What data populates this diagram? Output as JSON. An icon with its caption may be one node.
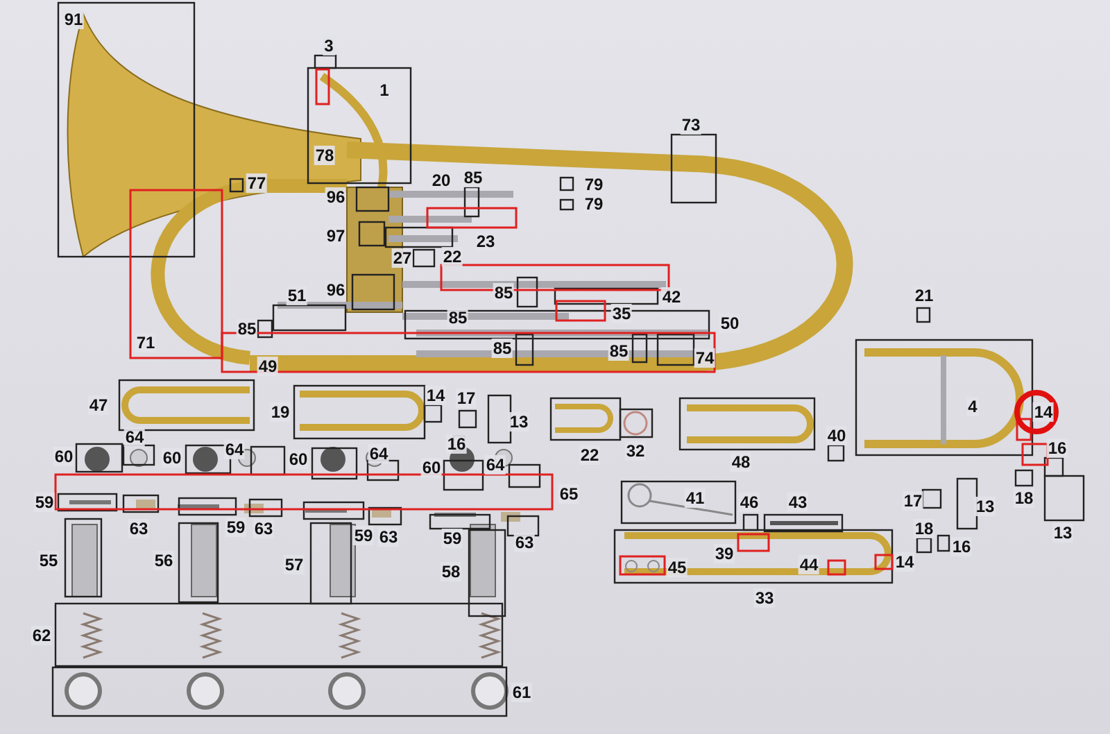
{
  "diagram": {
    "labels": [
      "91",
      "3",
      "1",
      "78",
      "73",
      "77",
      "96",
      "20",
      "85",
      "79",
      "79",
      "23",
      "97",
      "27",
      "22",
      "51",
      "96",
      "85",
      "42",
      "85",
      "35",
      "21",
      "50",
      "85",
      "85",
      "85",
      "71",
      "49",
      "74",
      "4",
      "14",
      "47",
      "19",
      "14",
      "17",
      "13",
      "16",
      "22",
      "32",
      "48",
      "40",
      "16",
      "60",
      "64",
      "60",
      "64",
      "60",
      "64",
      "60",
      "64",
      "59",
      "63",
      "59",
      "63",
      "59",
      "63",
      "59",
      "63",
      "65",
      "41",
      "46",
      "43",
      "17",
      "13",
      "18",
      "18",
      "16",
      "13",
      "55",
      "56",
      "57",
      "58",
      "45",
      "39",
      "44",
      "14",
      "33",
      "62",
      "61"
    ]
  }
}
